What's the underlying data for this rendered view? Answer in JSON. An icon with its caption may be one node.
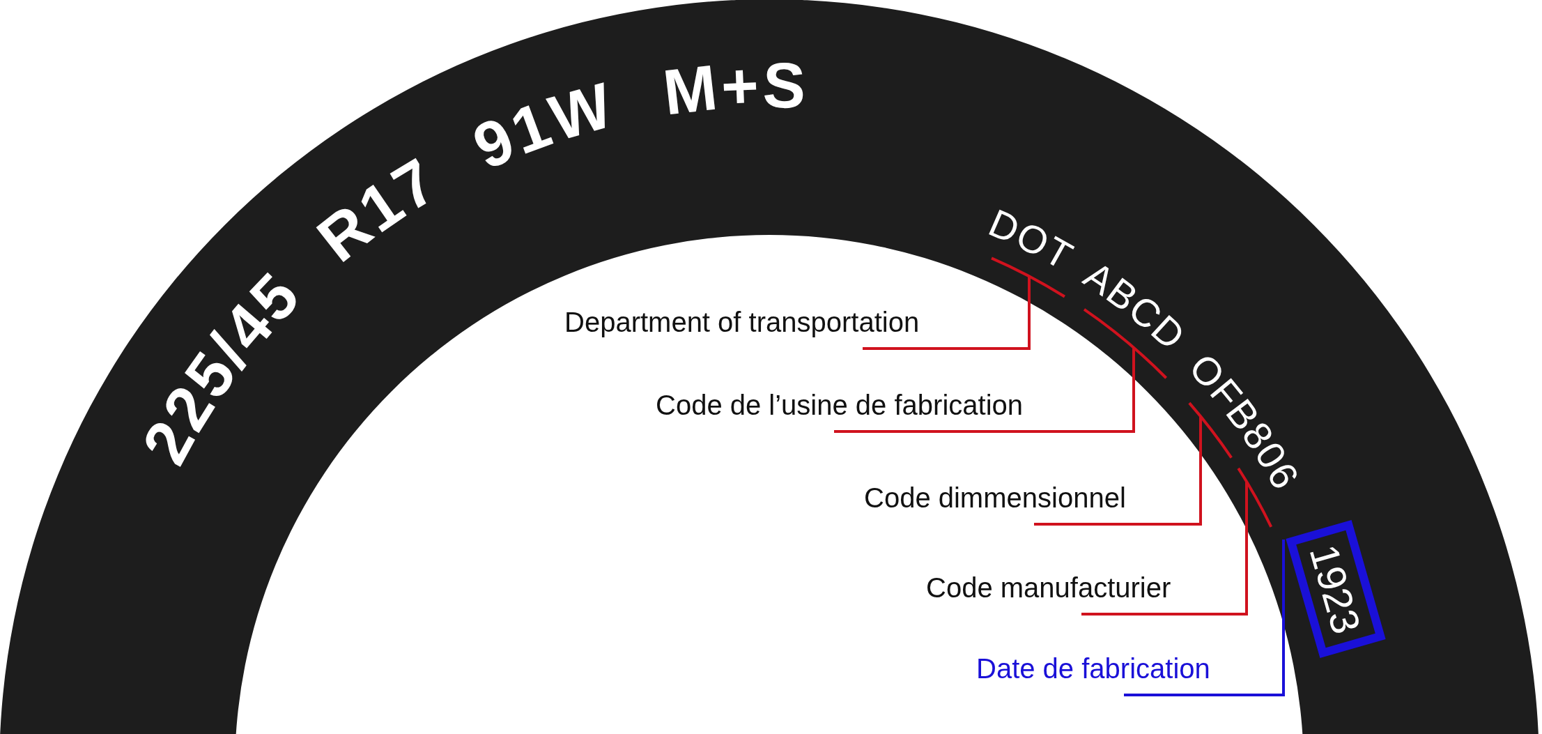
{
  "diagram": {
    "nodes": [
      {
        "text": [
          "Department of transportation"
        ]
      },
      {
        "text": [
          "Code de l’usine de fabrication"
        ]
      },
      {
        "text": [
          "Code dimmensionnel"
        ]
      },
      {
        "text": [
          "Code manufacturier"
        ]
      },
      {
        "text": [
          "Date de fabrication"
        ]
      },
      {
        "text": [],
        "shape": "bar"
      },
      {
        "text": [],
        "shape": "bar"
      },
      {
        "text": [],
        "shape": "bar"
      },
      {
        "text": [],
        "shape": "bar"
      },
      {
        "text": [
          "1923"
        ]
      }
    ],
    "edges": [
      {
        "from": 0,
        "to": 5,
        "arrow": "none"
      },
      {
        "from": 1,
        "to": 6,
        "arrow": "none"
      },
      {
        "from": 2,
        "to": 7,
        "arrow": "none"
      },
      {
        "from": 3,
        "to": 8,
        "arrow": "none"
      },
      {
        "from": 4,
        "to": 9,
        "arrow": "none",
        "color": "#1a10d8"
      }
    ],
    "labels": [
      "225/45 R17 91W M+S",
      "DOT ABCD OFB806"
    ]
  }
}
